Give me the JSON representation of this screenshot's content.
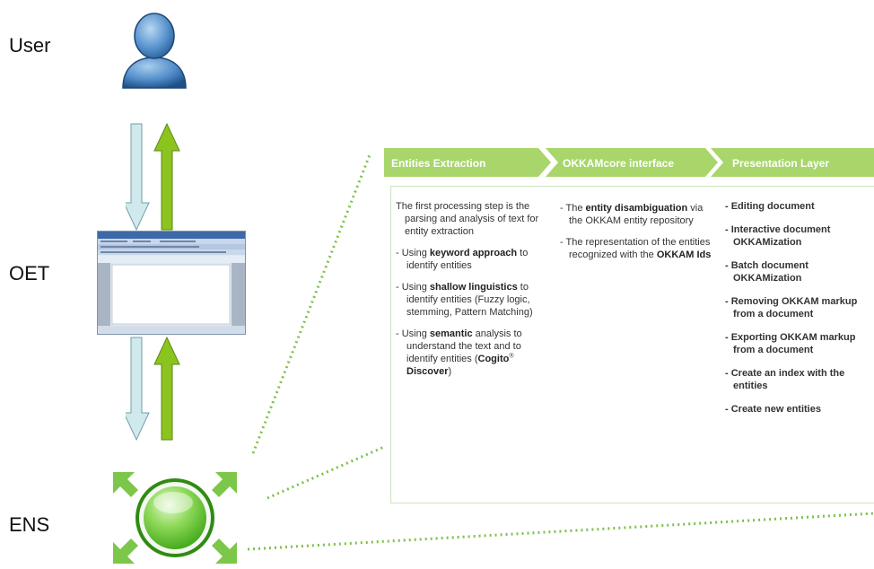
{
  "actors": {
    "user": "User",
    "oet": "OET",
    "ens": "ENS"
  },
  "columns": {
    "headers": [
      "Entities Extraction",
      "OKKAMcore interface",
      "Presentation Layer"
    ],
    "col1": {
      "intro": "The first processing step is the parsing and analysis of text  for entity extraction",
      "item1": {
        "dash": "- Using ",
        "bold": "keyword approach",
        "rest": " to identify entities"
      },
      "item2": {
        "dash": "- Using ",
        "bold": "shallow linguistics",
        "rest": " to identify entities (Fuzzy logic, stemming, Pattern Matching)"
      },
      "item3": {
        "dash": "- Using ",
        "bold": "semantic",
        "rest": " analysis to understand the text and to identify entities",
        "paren_open": "(",
        "bold2": "Cogito",
        "sup": "®",
        "bold3": " Discover",
        "paren_close": ")"
      }
    },
    "col2": {
      "item1": {
        "pre": "- The ",
        "bold": "entity disambiguation",
        "rest": " via the OKKAM entity repository"
      },
      "item2": {
        "pre": "- The representation of the entities recognized with the ",
        "bold": "OKKAM Ids"
      }
    },
    "col3": [
      "- Editing document",
      "- Interactive document OKKAMization",
      "- Batch document OKKAMization",
      "- Removing OKKAM markup from a document",
      "- Exporting OKKAM markup from a document",
      "- Create an index with the entities",
      "- Create new entities"
    ]
  },
  "colors": {
    "arrow_down": "#cfe9ec",
    "arrow_down_stroke": "#6f9fa6",
    "arrow_up": "#8cc41f",
    "arrow_up_stroke": "#5a8a12",
    "chevron": "#a8d66b",
    "chevron_dark": "#86c043",
    "dotted": "#7cc24a",
    "ens_green": "#5cbf2a"
  },
  "icons": {
    "user": "user-icon",
    "oet": "word-processor-window-icon",
    "ens": "ens-hub-icon"
  }
}
